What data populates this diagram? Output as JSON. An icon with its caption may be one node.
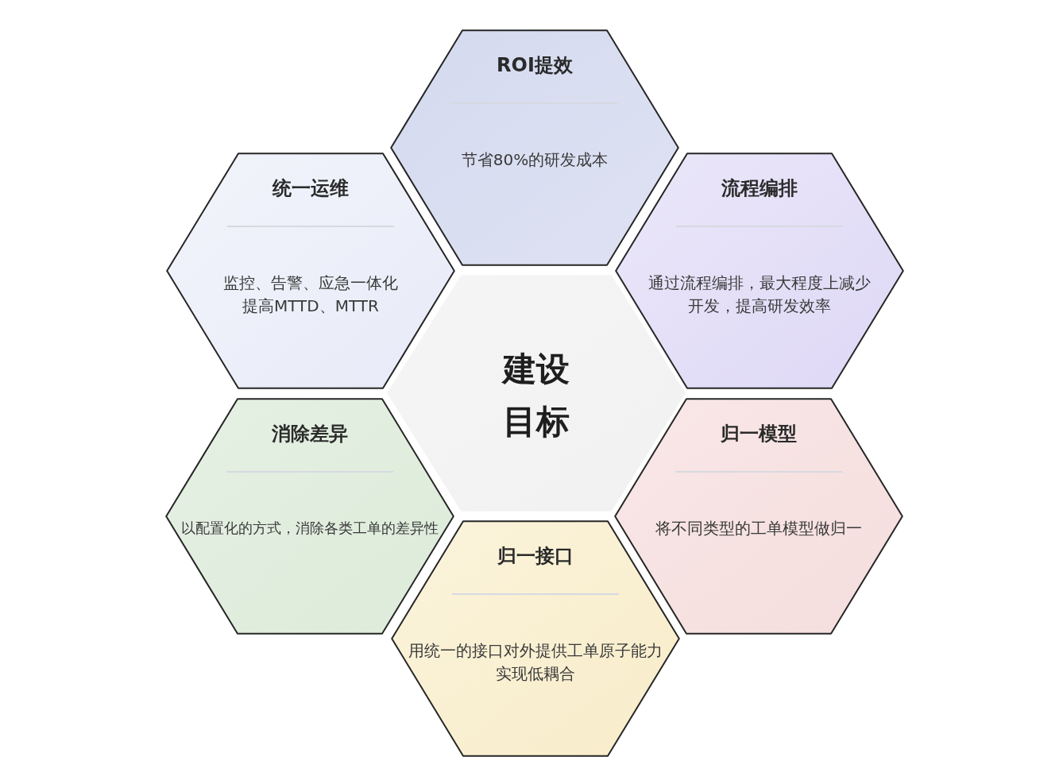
{
  "diagram": {
    "nodes": [
      {
        "text": [
          "ROI提效",
          "节省80%的研发成本"
        ]
      },
      {
        "text": [
          "统一运维",
          "监控、告警、应急一体化提高MTTD、MTTR"
        ]
      },
      {
        "text": [
          "流程编排",
          "通过流程编排，最大程度上减少开发，提高研发效率"
        ]
      },
      {
        "text": [
          "建设目标"
        ]
      },
      {
        "text": [
          "消除差异",
          "以配置化的方式，消除各类工单的差异性"
        ]
      },
      {
        "text": [
          "归一模型",
          "将不同类型的工单模型做归一"
        ]
      },
      {
        "text": [
          "归一接口",
          "用统一的接口对外提供工单原子能力实现低耦合"
        ]
      }
    ]
  }
}
